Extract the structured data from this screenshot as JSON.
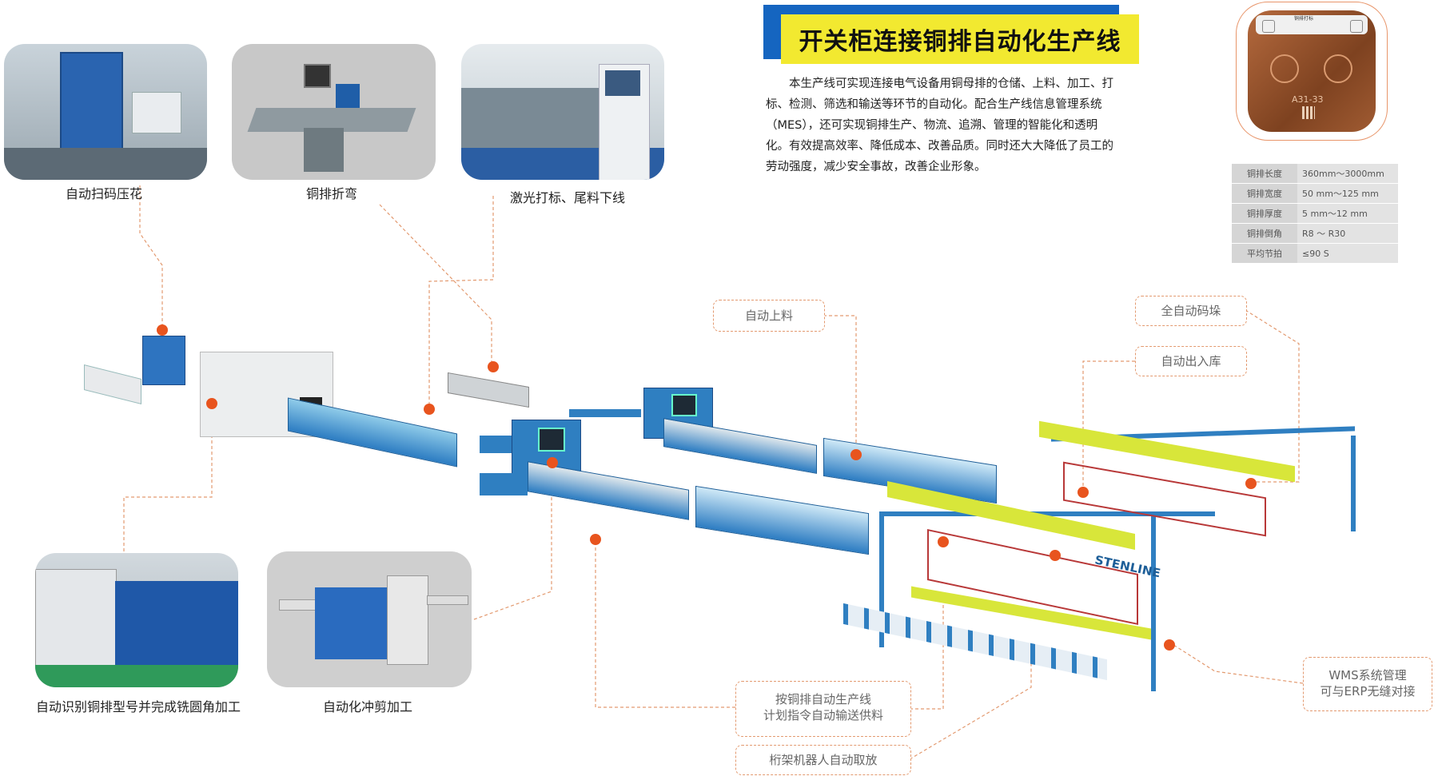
{
  "title": "开关柜连接铜排自动化生产线",
  "intro": "本生产线可实现连接电气设备用铜母排的仓储、上料、加工、打标、检测、筛选和输送等环节的自动化。配合生产线信息管理系统（MES），还可实现铜排生产、物流、追溯、管理的智能化和透明化。有效提高效率、降低成本、改善品质。同时还大大降低了员工的劳动强度，减少安全事故，改善企业形象。",
  "sample": {
    "tag_title": "铜排打标",
    "mark": "A31-33"
  },
  "specs": [
    {
      "label": "铜排长度",
      "value": "360mm～3000mm"
    },
    {
      "label": "铜排宽度",
      "value": "50 mm～125 mm"
    },
    {
      "label": "铜排厚度",
      "value": "5 mm～12 mm"
    },
    {
      "label": "铜排倒角",
      "value": "R8 ～ R30"
    },
    {
      "label": "平均节拍",
      "value": "≤90 S"
    }
  ],
  "photos": {
    "p1": "自动扫码压花",
    "p2": "铜排折弯",
    "p3": "激光打标、尾料下线",
    "p4": "自动识别铜排型号并完成铣圆角加工",
    "p5": "自动化冲剪加工"
  },
  "callouts": {
    "auto_feed": "自动上料",
    "auto_stack": "全自动码垛",
    "auto_store": "自动出入库",
    "plan_1": "按铜排自动生产线",
    "plan_2": "计划指令自动输送供料",
    "gantry": "桁架机器人自动取放",
    "wms_1": "WMS系统管理",
    "wms_2": "可与ERP无缝对接"
  },
  "machine_text": {
    "brand": "STENLINE"
  },
  "colors": {
    "accent_dot": "#e8541e",
    "dashed_line": "#e39a70",
    "machine_blue": "#2f7fc1",
    "gantry_yellow": "#d8e63a",
    "title_blue": "#1565c0",
    "title_yellow": "#f2e930"
  }
}
